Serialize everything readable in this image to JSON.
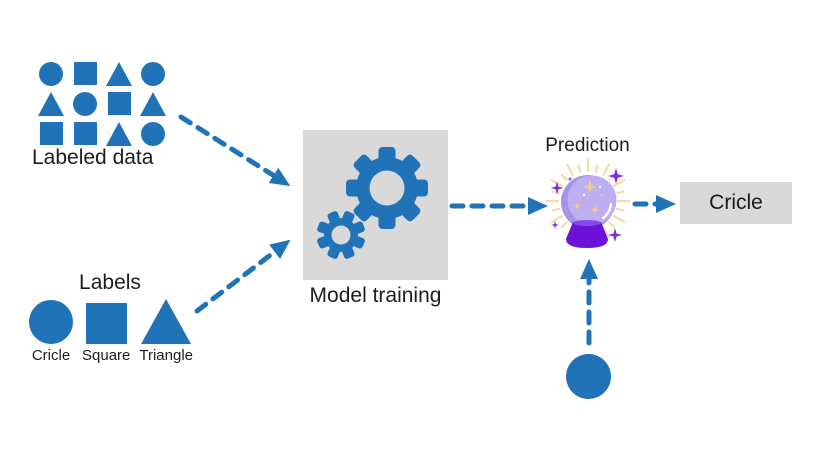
{
  "colors": {
    "accent_blue": "#2173b8",
    "box_gray": "#d9d9d9",
    "text": "#1c1c1c",
    "crystal_base_purple": "#6c11d8",
    "crystal_ball_light": "#bdaff2",
    "crystal_ball_dark": "#a495e8",
    "ray_yellow": "#f2d68f",
    "sparkle_purple": "#7b2fe3",
    "sparkle_yellow": "#f2cf7f"
  },
  "labeled_data": {
    "title": "Labeled data",
    "grid": [
      [
        "circle",
        "square",
        "triangle",
        "circle"
      ],
      [
        "triangle",
        "circle",
        "square",
        "triangle"
      ],
      [
        "square",
        "square",
        "triangle",
        "circle"
      ]
    ]
  },
  "labels": {
    "title": "Labels",
    "items": [
      {
        "shape": "circle",
        "caption": "Cricle"
      },
      {
        "shape": "square",
        "caption": "Square"
      },
      {
        "shape": "triangle",
        "caption": "Triangle"
      }
    ]
  },
  "model_training": {
    "caption": "Model training",
    "icon": "gears-icon"
  },
  "prediction": {
    "caption": "Prediction",
    "icon": "crystal-ball-icon"
  },
  "output": {
    "label": "Cricle"
  },
  "test_input": {
    "shape": "circle"
  },
  "flow": [
    {
      "from": "labeled-data",
      "to": "model-training",
      "style": "dashed-arrow"
    },
    {
      "from": "labels",
      "to": "model-training",
      "style": "dashed-arrow"
    },
    {
      "from": "model-training",
      "to": "prediction",
      "style": "dashed-arrow"
    },
    {
      "from": "prediction",
      "to": "output",
      "style": "dashed-arrow"
    },
    {
      "from": "test-input",
      "to": "prediction",
      "style": "dashed-arrow"
    }
  ]
}
